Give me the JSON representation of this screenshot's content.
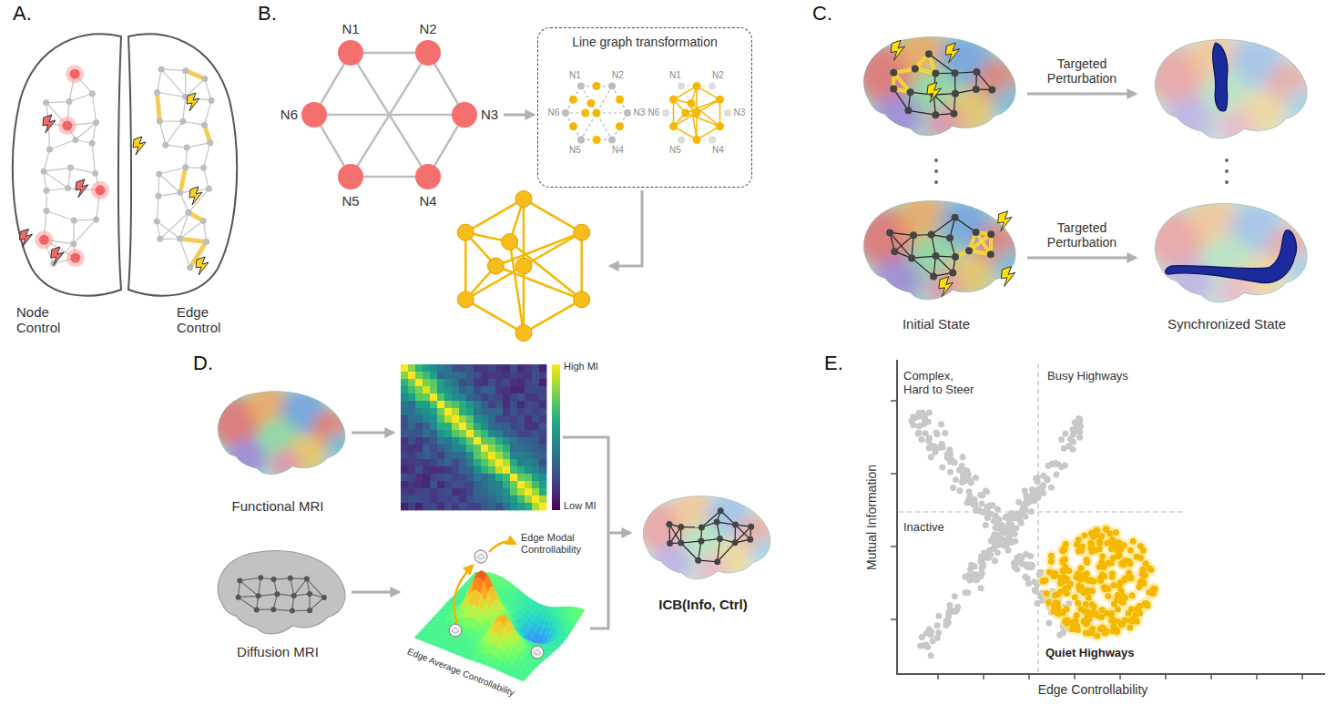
{
  "diagram": {
    "nodes": [
      {
        "text": [
          "N1"
        ]
      },
      {
        "text": [
          "N2"
        ]
      },
      {
        "text": [
          "N3"
        ]
      },
      {
        "text": [
          "N4"
        ]
      },
      {
        "text": [
          "N5"
        ]
      },
      {
        "text": [
          "N6"
        ]
      },
      {
        "text": [
          "Line graph transformation"
        ]
      }
    ],
    "edges": [
      {
        "from": 0,
        "to": 1,
        "arrow": "none"
      },
      {
        "from": 1,
        "to": 2,
        "arrow": "none"
      },
      {
        "from": 2,
        "to": 3,
        "arrow": "none"
      },
      {
        "from": 3,
        "to": 4,
        "arrow": "none"
      },
      {
        "from": 4,
        "to": 5,
        "arrow": "none"
      },
      {
        "from": 5,
        "to": 0,
        "arrow": "none"
      },
      {
        "from": 0,
        "to": 3,
        "arrow": "none"
      },
      {
        "from": 1,
        "to": 4,
        "arrow": "none"
      },
      {
        "from": 2,
        "to": 5,
        "arrow": "none"
      }
    ],
    "labels": [
      "A.",
      "Node Control",
      "Edge Control",
      "B.",
      "N1",
      "N2",
      "N3",
      "N4",
      "N5",
      "N6",
      "N1",
      "N2",
      "N3",
      "N4",
      "N5",
      "N6",
      "C.",
      "Targeted Perturbation",
      "Targeted Perturbation",
      "Initial State",
      "Synchronized State",
      "D.",
      "Functional MRI",
      "High MI",
      "Low MI",
      "Diffusion MRI",
      "Edge Modal Controllability",
      "Edge Average Controllability",
      "ICB(Info, Ctrl)",
      "E.",
      "Complex, Hard to Steer",
      "Busy Highways",
      "Inactive",
      "Quiet Highways",
      "Mutual Information",
      "Edge Controllability"
    ]
  }
}
